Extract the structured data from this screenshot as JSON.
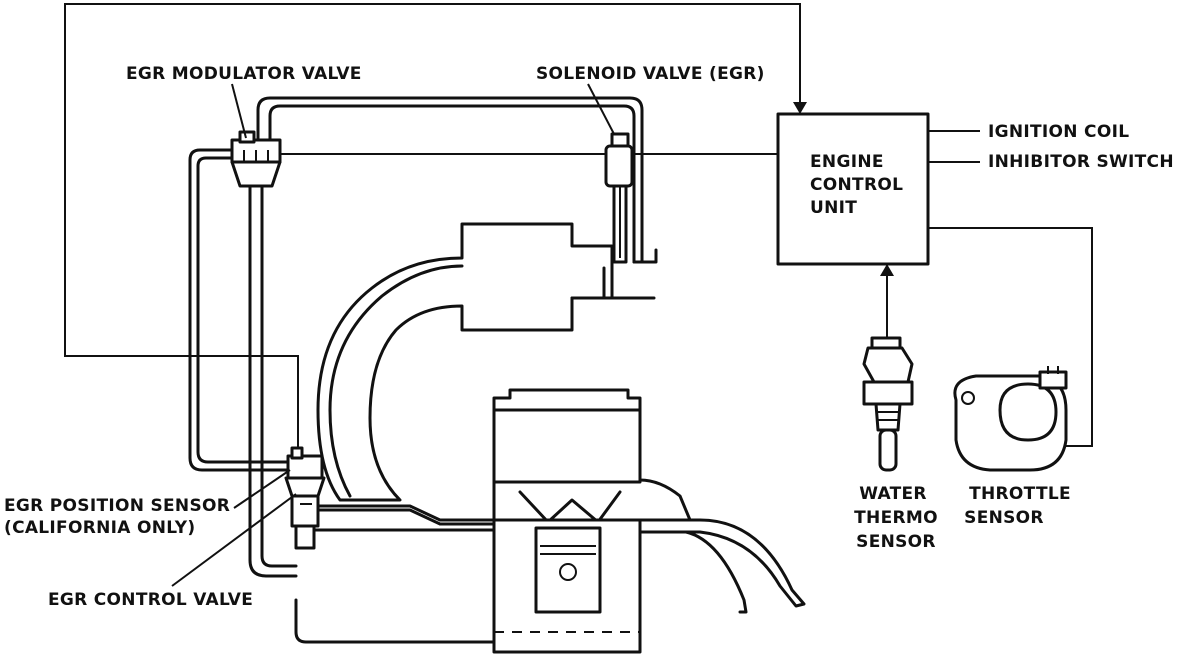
{
  "labels": {
    "egr_modulator_valve": "EGR MODULATOR VALVE",
    "solenoid_valve": "SOLENOID VALVE (EGR)",
    "ecu_line1": "ENGINE",
    "ecu_line2": "CONTROL",
    "ecu_line3": "UNIT",
    "ignition_coil": "IGNITION COIL",
    "inhibitor_switch": "INHIBITOR SWITCH",
    "egr_position_sensor_line1": "EGR POSITION SENSOR",
    "egr_position_sensor_line2": "(CALIFORNIA ONLY)",
    "egr_control_valve": "EGR CONTROL VALVE",
    "water_thermo_line1": "WATER",
    "water_thermo_line2": "THERMO",
    "water_thermo_line3": "SENSOR",
    "throttle_sensor_line1": "THROTTLE",
    "throttle_sensor_line2": "SENSOR"
  },
  "colors": {
    "ink": "#111111",
    "paper": "#ffffff"
  }
}
